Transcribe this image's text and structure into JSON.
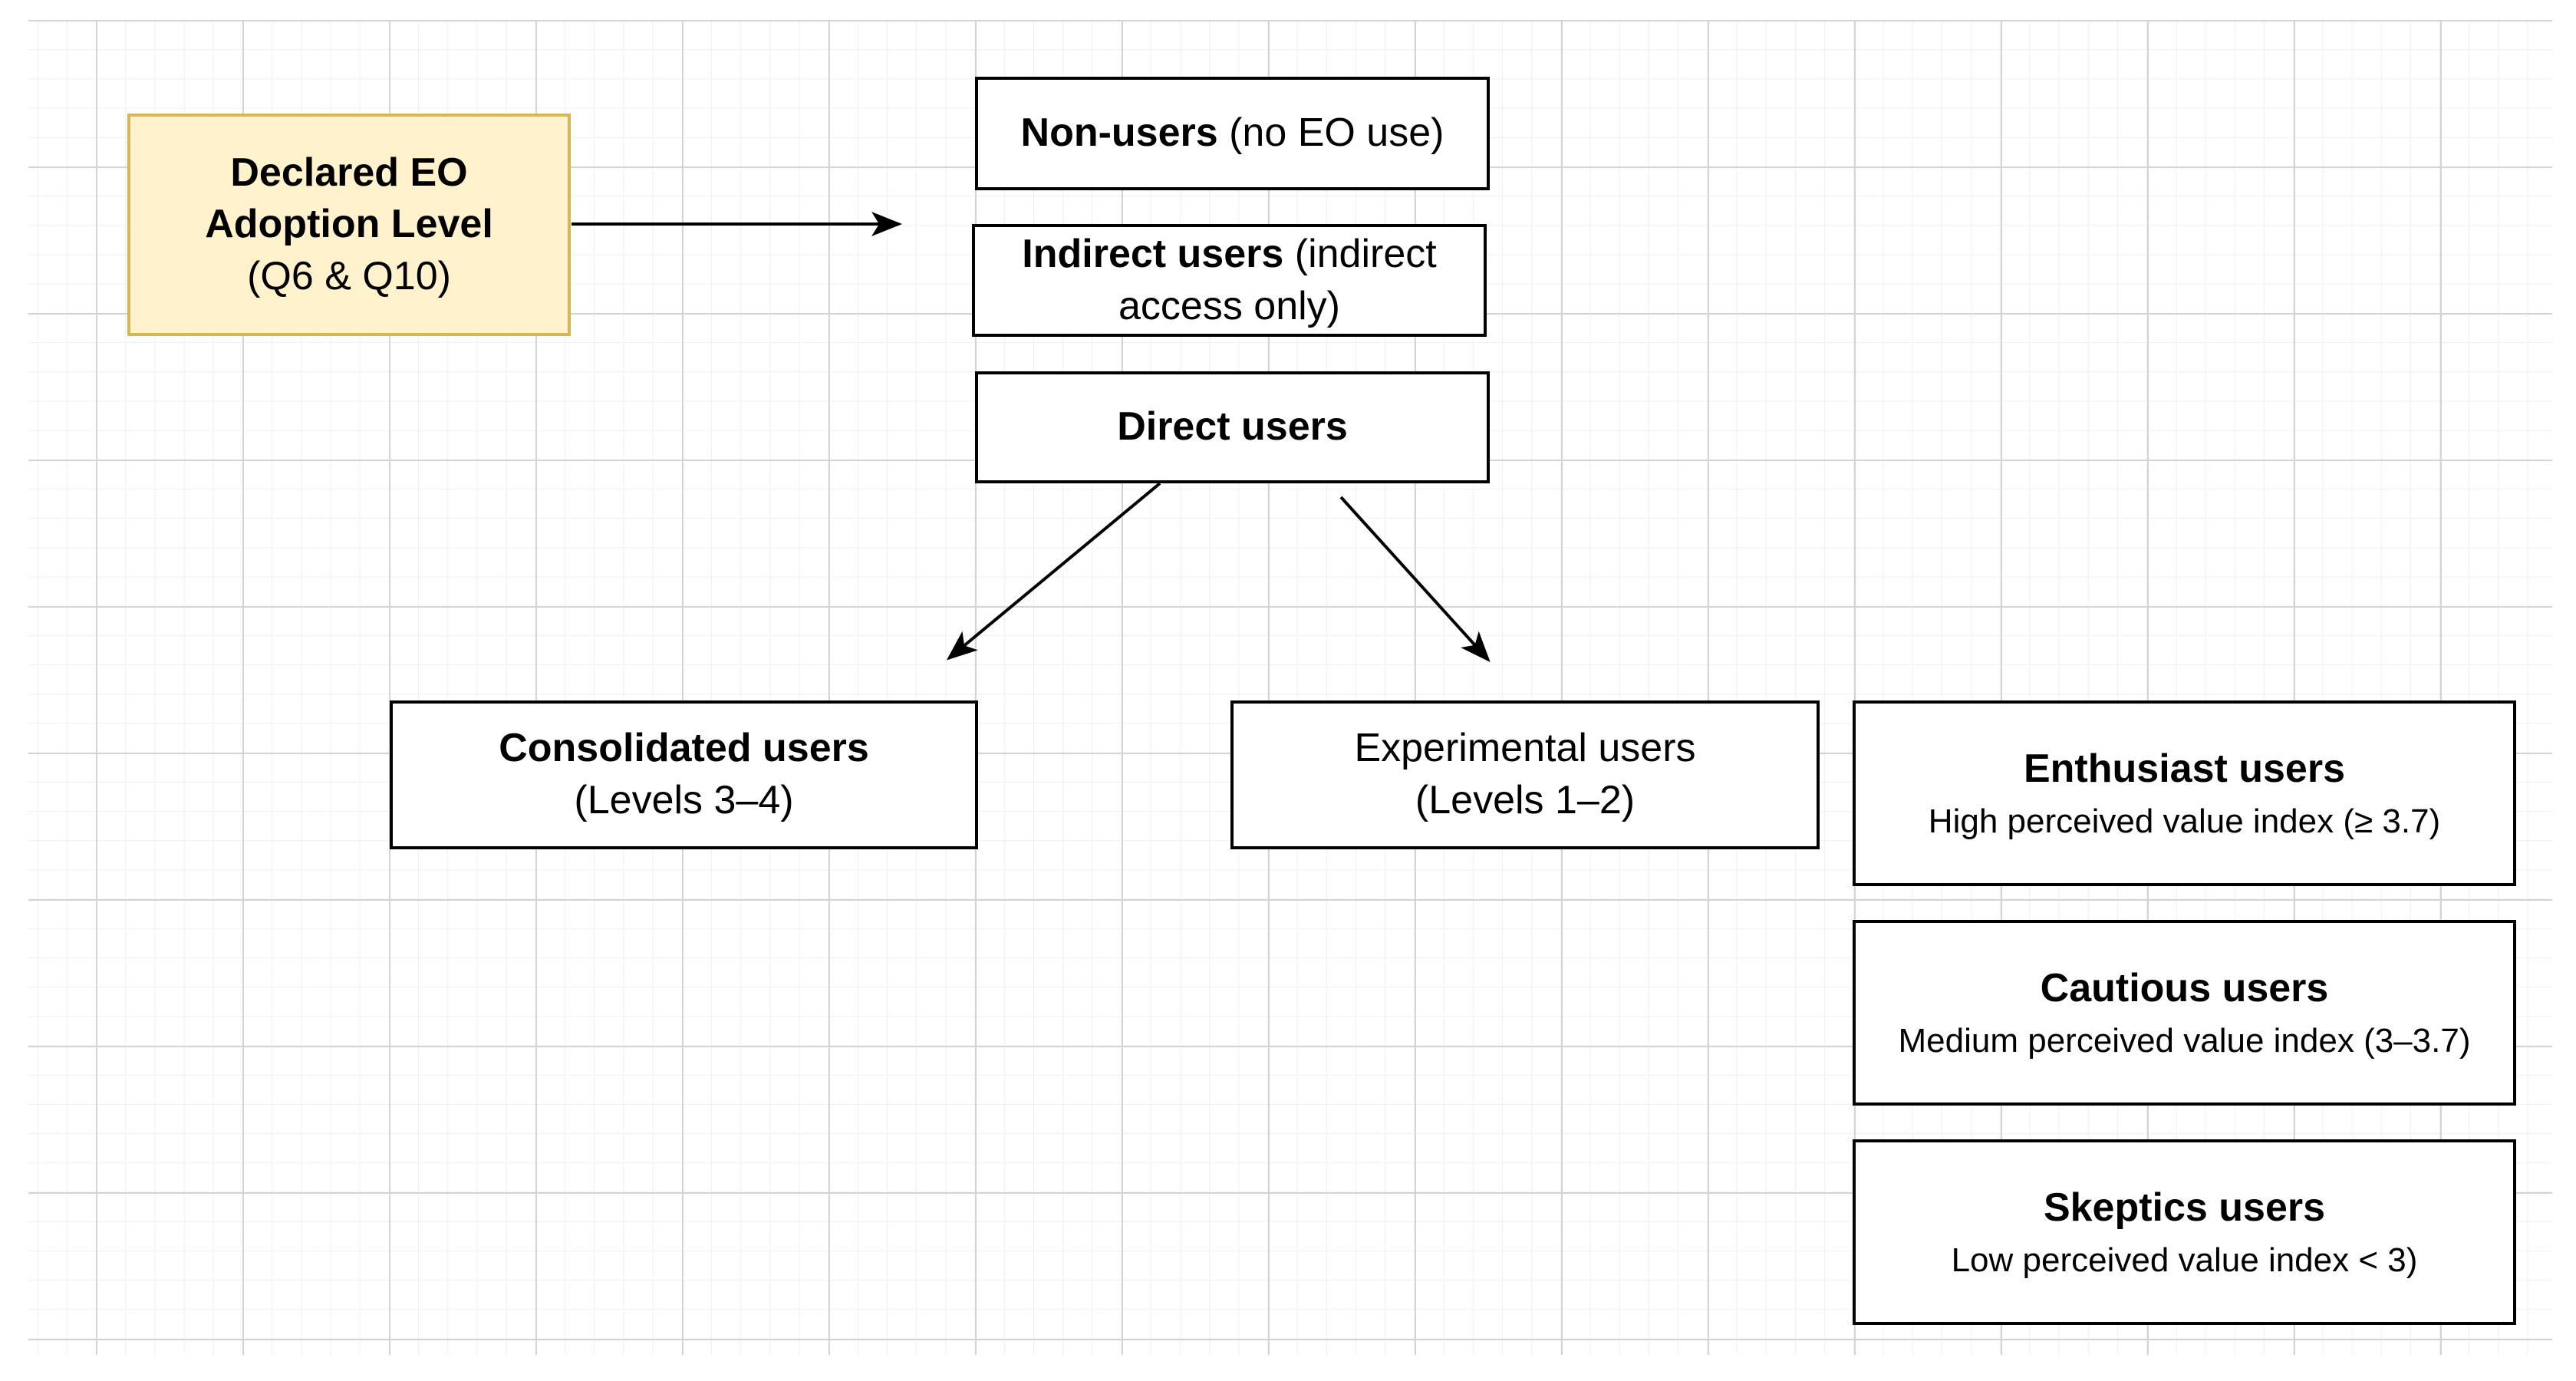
{
  "nodes": {
    "declared": {
      "lines": [
        "Declared EO",
        "Adoption Level",
        "(Q6 & Q10)"
      ]
    },
    "non_users": {
      "bold": "Non-users",
      "rest": " (no EO use)"
    },
    "indirect_users": {
      "bold": "Indirect users",
      "rest": " (indirect",
      "line2": "access only)"
    },
    "direct_users": {
      "label": "Direct users"
    },
    "consolidated": {
      "title": "Consolidated users",
      "subtitle": "(Levels 3–4)"
    },
    "experimental": {
      "title": "Experimental users",
      "subtitle": "(Levels 1–2)"
    },
    "enthusiast": {
      "title": "Enthusiast users",
      "subtitle": "High perceived value index (≥ 3.7)"
    },
    "cautious": {
      "title": "Cautious users",
      "subtitle": "Medium perceived value index (3–3.7)"
    },
    "skeptics": {
      "title": "Skeptics users",
      "subtitle": "Low perceived value index < 3)"
    }
  },
  "colors": {
    "source_fill": "#fff2cc",
    "source_stroke": "#d6b656",
    "stroke": "#000000",
    "grid_major": "#d4d4d4",
    "grid_minor": "#efefef"
  }
}
